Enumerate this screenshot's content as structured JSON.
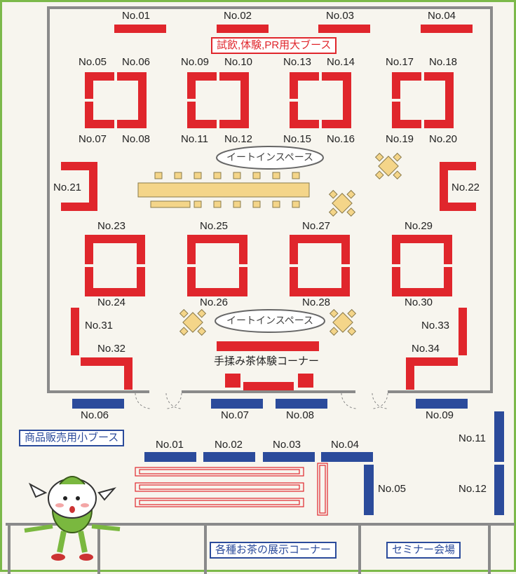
{
  "colors": {
    "frame_green": "#7cb94a",
    "booth_red": "#e0262c",
    "booth_blue": "#2b4b9b",
    "table_yellow": "#f4d589"
  },
  "large_booths_title": "試飲,体験,PR用大ブース",
  "eat_in_label_1": "イートインスペース",
  "eat_in_label_2": "イートインスペース",
  "tea_corner_label": "手揉み茶体験コーナー",
  "small_booths_title": "商品販売用小ブース",
  "tea_exhibit_label": "各種お茶の展示コーナー",
  "seminar_label": "セミナー会場",
  "booths": {
    "r01": "No.01",
    "r02": "No.02",
    "r03": "No.03",
    "r04": "No.04",
    "r05": "No.05",
    "r06": "No.06",
    "r07": "No.07",
    "r08": "No.08",
    "r09": "No.09",
    "r10": "No.10",
    "r11": "No.11",
    "r12": "No.12",
    "r13": "No.13",
    "r14": "No.14",
    "r15": "No.15",
    "r16": "No.16",
    "r17": "No.17",
    "r18": "No.18",
    "r19": "No.19",
    "r20": "No.20",
    "r21": "No.21",
    "r22": "No.22",
    "r23": "No.23",
    "r24": "No.24",
    "r25": "No.25",
    "r26": "No.26",
    "r27": "No.27",
    "r28": "No.28",
    "r29": "No.29",
    "r30": "No.30",
    "r31": "No.31",
    "r32": "No.32",
    "r33": "No.33",
    "r34": "No.34"
  },
  "small_booths": {
    "b01": "No.01",
    "b02": "No.02",
    "b03": "No.03",
    "b04": "No.04",
    "b05": "No.05",
    "b06": "No.06",
    "b07": "No.07",
    "b08": "No.08",
    "b09": "No.09",
    "b11": "No.11",
    "b12": "No.12"
  },
  "mascot_icon": "tea-leaf-mascot"
}
